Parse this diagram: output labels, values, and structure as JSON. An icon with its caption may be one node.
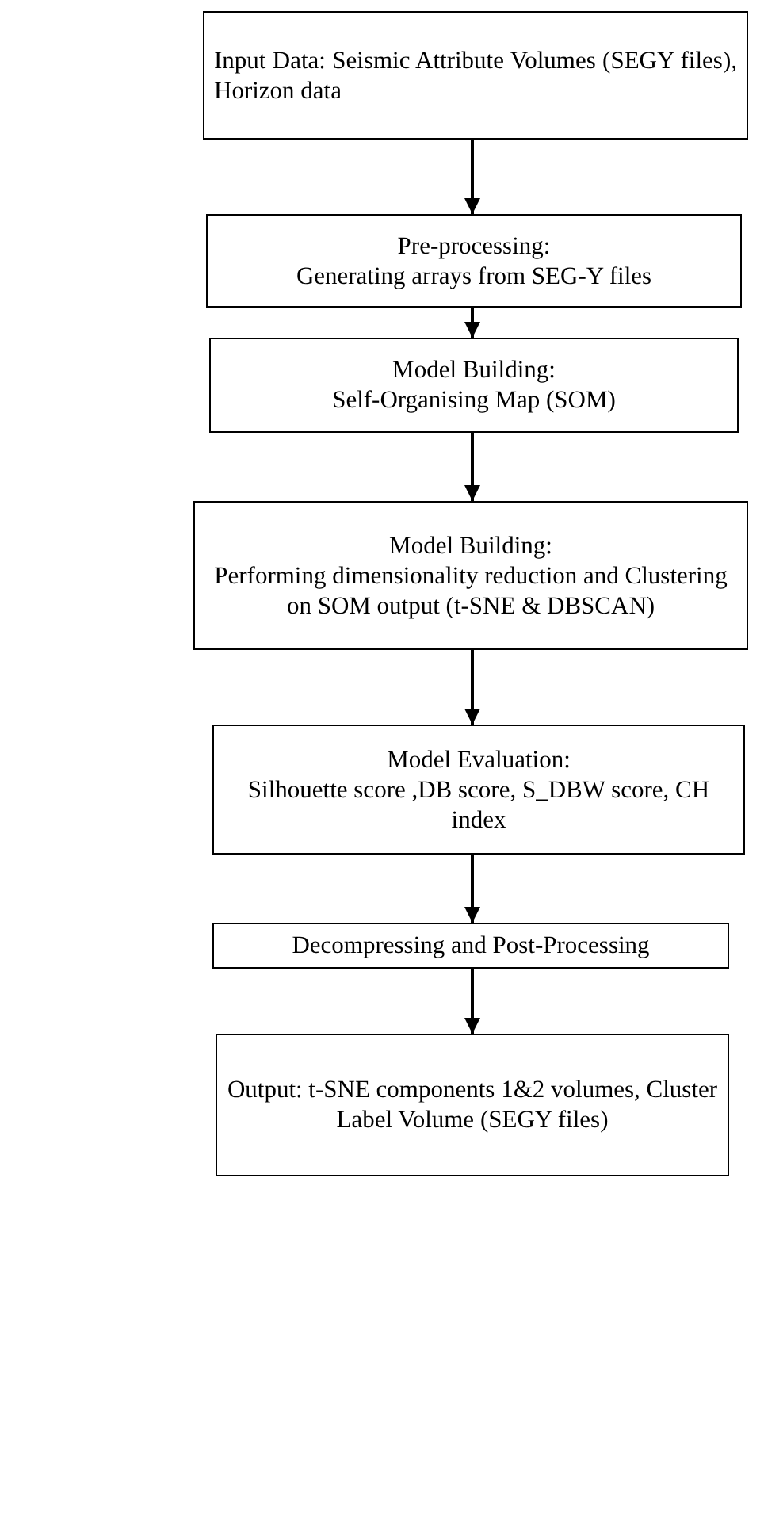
{
  "diagram": {
    "nodes": [
      {
        "text": [
          "Input Data: Seismic Attribute Volumes (SEGY files), Horizon data"
        ]
      },
      {
        "text": [
          "Pre-processing:",
          "Generating arrays from SEG-Y files"
        ]
      },
      {
        "text": [
          "Model Building:",
          "Self-Organising Map (SOM)"
        ]
      },
      {
        "text": [
          "Model Building:",
          "Performing dimensionality reduction and Clustering on SOM output (t-SNE & DBSCAN)"
        ]
      },
      {
        "text": [
          "Model Evaluation:",
          "Silhouette score ,DB score, S_DBW score, CH index"
        ]
      },
      {
        "text": [
          "Decompressing and Post-Processing"
        ]
      },
      {
        "text": [
          "Output: t-SNE components 1&2 volumes, Cluster Label Volume (SEGY files)"
        ]
      }
    ],
    "edges": [
      {
        "from": 0,
        "to": 1,
        "arrow": "to"
      },
      {
        "from": 1,
        "to": 2,
        "arrow": "to"
      },
      {
        "from": 2,
        "to": 3,
        "arrow": "to"
      },
      {
        "from": 3,
        "to": 4,
        "arrow": "to"
      },
      {
        "from": 4,
        "to": 5,
        "arrow": "to"
      },
      {
        "from": 5,
        "to": 6,
        "arrow": "to"
      }
    ]
  }
}
